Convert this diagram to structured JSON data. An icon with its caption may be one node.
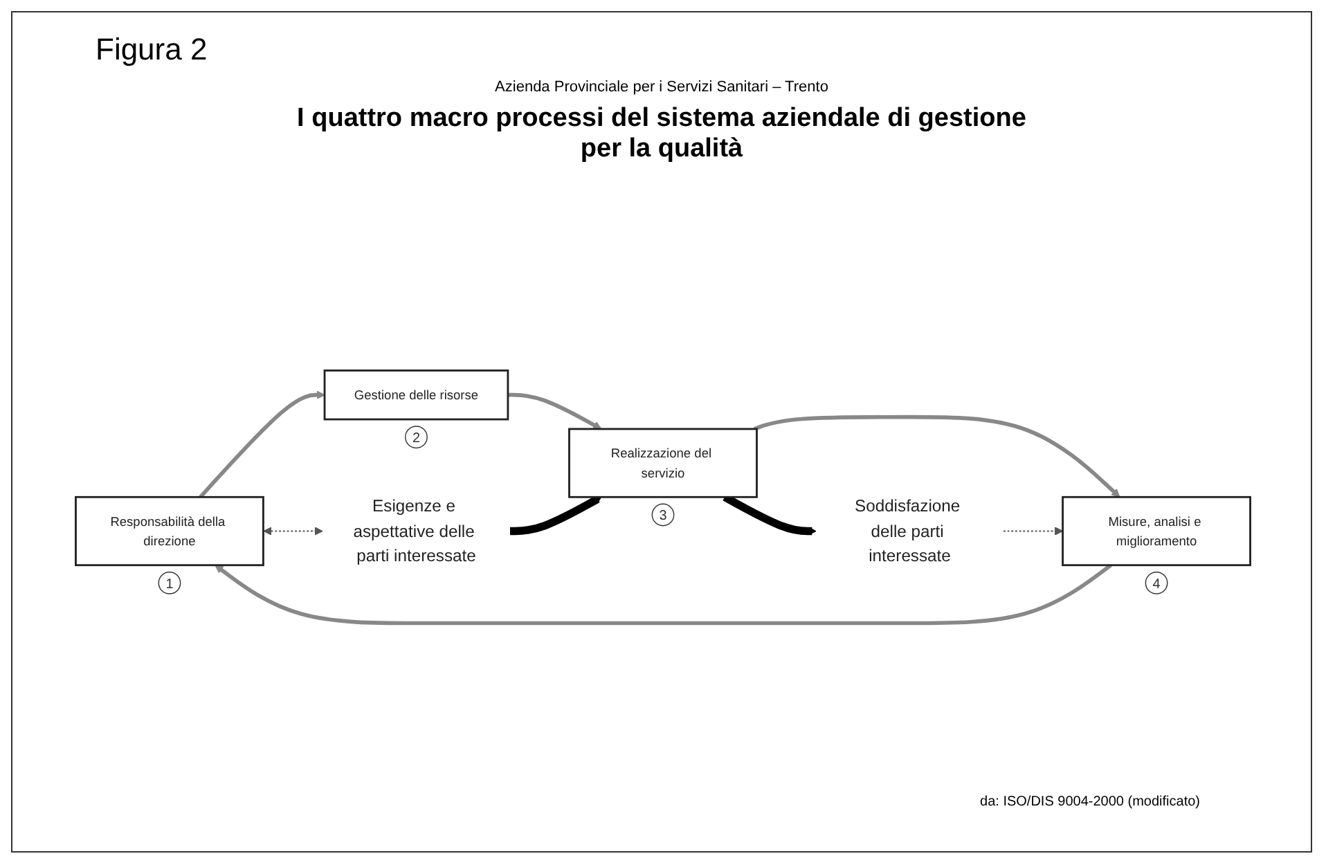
{
  "diagram": {
    "title": "I quattro macro processi del sistema aziendale di gestione per la qualità",
    "caption": "da: ISO/DIS 9004-2000 (modificato)",
    "nodes": [
      {
        "text": [
          "Responsabilità della direzione"
        ],
        "beside": [
          "1"
        ]
      },
      {
        "text": [
          "Gestione delle risorse"
        ],
        "beside": [
          "2"
        ]
      },
      {
        "text": [
          "Misure, analisi e miglioramento"
        ],
        "beside": [
          "4"
        ]
      },
      {
        "text": [
          "Esigenze e aspettative delle parti interessate"
        ]
      },
      {
        "text": [
          "Realizzazione del servizio"
        ],
        "beside": [
          "3"
        ]
      },
      {
        "text": [
          "Soddisfazione delle parti interessate"
        ]
      }
    ],
    "edges": [
      {
        "from": 0,
        "to": 1,
        "arrow": "to",
        "color": "#888888"
      },
      {
        "from": 1,
        "to": 4,
        "arrow": "to",
        "color": "#888888"
      },
      {
        "from": 4,
        "to": 2,
        "arrow": "to",
        "color": "#888888"
      },
      {
        "from": 2,
        "to": 0,
        "arrow": "to",
        "color": "#888888"
      },
      {
        "from": 3,
        "to": 4,
        "arrow": "to",
        "style": "thick",
        "color": "#000000"
      },
      {
        "from": 4,
        "to": 5,
        "arrow": "to",
        "style": "thick",
        "color": "#000000"
      },
      {
        "from": 0,
        "to": 3,
        "arrow": "both",
        "style": "dashed",
        "color": "#555555"
      },
      {
        "from": 5,
        "to": 2,
        "arrow": "to",
        "style": "dashed",
        "color": "#555555"
      }
    ],
    "labels": [
      "Figura 2",
      "Azienda Provinciale per i Servizi Sanitari – Trento"
    ]
  }
}
